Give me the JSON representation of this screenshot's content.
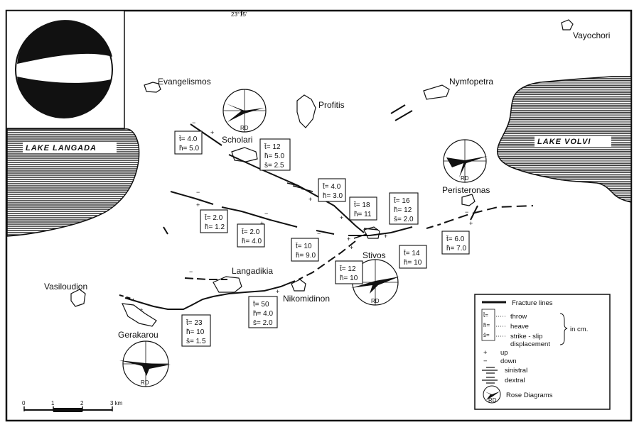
{
  "map": {
    "coordinate_label": "23°15'",
    "lakes": {
      "langada": "LAKE LANGADA",
      "volvi": "LAKE VOLVI"
    },
    "places": {
      "evangelismos": "Evangelismos",
      "profitis": "Profitis",
      "nymfopetra": "Nymfopetra",
      "vayochori": "Vayochori",
      "scholari": "Scholari",
      "peristeronas": "Peristeronas",
      "stivos": "Stivos",
      "langadikia": "Langadikia",
      "nikomidinon": "Nikomidinon",
      "vasiloudion": "Vasiloudion",
      "gerakarou": "Gerakarou"
    },
    "rose_label": "RD",
    "measurements": {
      "scholari_w": [
        "t̄= 4.0",
        "h̄= 5.0"
      ],
      "scholari_e": [
        "t̄= 12",
        "h̄= 5.0",
        "s̄= 2.5"
      ],
      "central_n": [
        "t̄= 4.0",
        "h̄= 3.0"
      ],
      "central_ne": [
        "t̄= 18",
        "h̄= 11"
      ],
      "stivos_ne": [
        "t̄= 16",
        "h̄= 12",
        "s̄= 2.0"
      ],
      "west_mid": [
        "t̄= 2.0",
        "h̄= 1.2"
      ],
      "mid": [
        "t̄= 2.0",
        "h̄= 4.0"
      ],
      "south_mid": [
        "t̄= 10",
        "h̄= 9.0"
      ],
      "stivos_s": [
        "t̄= 12",
        "h̄= 10"
      ],
      "stivos_e": [
        "t̄= 14",
        "h̄= 10"
      ],
      "peristeronas_s": [
        "t̄= 6.0",
        "h̄= 7.0"
      ],
      "nikomidinon": [
        "t̄= 50",
        "h̄= 4.0",
        "s̄= 2.0"
      ],
      "gerakarou": [
        "t̄= 23",
        "h̄= 10",
        "s̄= 1.5"
      ]
    },
    "scale": {
      "ticks": [
        "0",
        "1",
        "2",
        "3 km"
      ]
    }
  },
  "legend": {
    "fracture": "Fracture lines",
    "throw_key": "t̄=",
    "throw": "throw",
    "heave_key": "h̄=",
    "heave": "heave",
    "slip_key": "s̄=",
    "slip": "strike - slip",
    "slip2": "displacement",
    "unit": "in cm.",
    "up_sym": "+",
    "up": "up",
    "down_sym": "−",
    "down": "down",
    "sinistral": "sinistral",
    "dextral": "dextral",
    "rose": "Rose Diagrams",
    "rose_sym": "RD"
  }
}
